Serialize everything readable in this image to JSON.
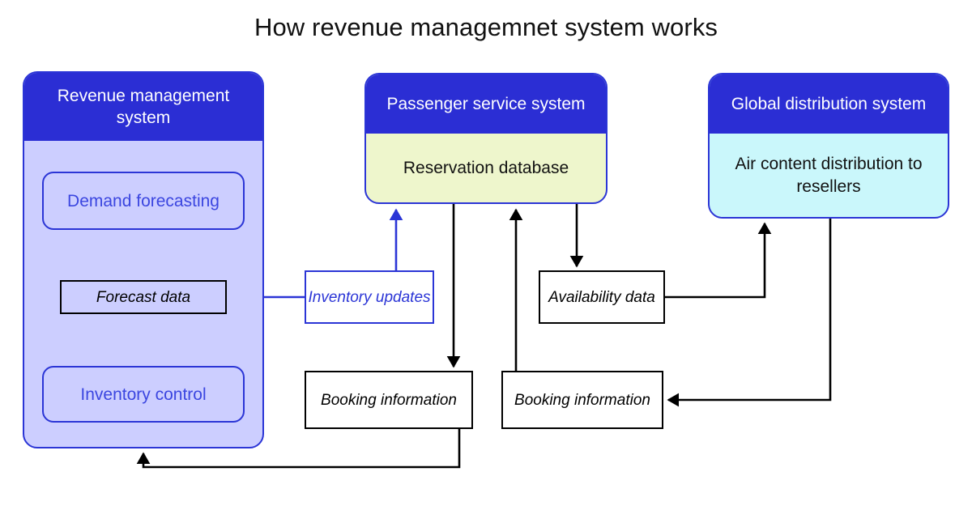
{
  "page": {
    "title": "How revenue managemnet system works",
    "background": "#ffffff"
  },
  "colors": {
    "header_blue": "#2b2ed4",
    "border_blue": "#2b35d6",
    "rms_body": "#ccceff",
    "pss_body": "#eef6cc",
    "gds_body": "#caf7fb",
    "text_black": "#000000",
    "text_white": "#ffffff",
    "label_blue": "#3b46e0"
  },
  "systems": [
    {
      "id": "revenue-management-system",
      "header": "Revenue management system",
      "body": "",
      "subcomponents": [
        {
          "id": "demand-forecasting",
          "label": "Demand forecasting"
        },
        {
          "id": "inventory-control",
          "label": "Inventory control"
        }
      ]
    },
    {
      "id": "passenger-service-system",
      "header": "Passenger service system",
      "body": "Reservation database",
      "subcomponents": []
    },
    {
      "id": "global-distribution-system",
      "header": "Global distribution system",
      "body": "Air content distribution to resellers",
      "subcomponents": []
    }
  ],
  "data_objects": [
    {
      "id": "forecast-data",
      "label": "Forecast data",
      "style": "black-border-italic"
    },
    {
      "id": "inventory-updates",
      "label": "Inventory updates",
      "style": "blue-border-italic"
    },
    {
      "id": "availability-data",
      "label": "Availability data",
      "style": "black-border-italic"
    },
    {
      "id": "booking-information-left",
      "label": "Booking information",
      "style": "black-border-italic"
    },
    {
      "id": "booking-information-right",
      "label": "Booking information",
      "style": "black-border-italic"
    }
  ],
  "flows": [
    {
      "from": "demand-forecasting",
      "to": "forecast-data",
      "color": "blue"
    },
    {
      "from": "forecast-data",
      "to": "inventory-control",
      "color": "blue"
    },
    {
      "from": "revenue-management-system",
      "to": "inventory-updates",
      "color": "blue"
    },
    {
      "from": "inventory-updates",
      "to": "passenger-service-system",
      "color": "blue"
    },
    {
      "from": "passenger-service-system",
      "to": "booking-information-left",
      "color": "black"
    },
    {
      "from": "booking-information-right",
      "to": "passenger-service-system",
      "color": "black"
    },
    {
      "from": "passenger-service-system",
      "to": "availability-data",
      "color": "black"
    },
    {
      "from": "availability-data",
      "to": "global-distribution-system",
      "color": "black"
    },
    {
      "from": "global-distribution-system",
      "to": "booking-information-right",
      "color": "black"
    },
    {
      "from": "booking-information-left",
      "to": "revenue-management-system",
      "color": "black"
    }
  ]
}
